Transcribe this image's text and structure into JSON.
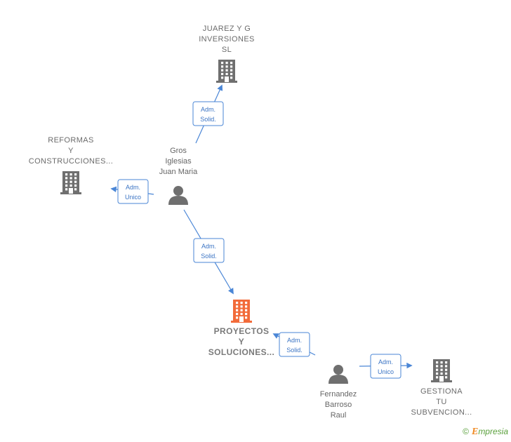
{
  "nodes": {
    "juarez": {
      "label": [
        "JUAREZ Y G",
        "INVERSIONES",
        "SL"
      ],
      "type": "company"
    },
    "reformas": {
      "label": [
        "REFORMAS",
        "Y",
        "CONSTRUCCIONES..."
      ],
      "type": "company"
    },
    "gros": {
      "label": [
        "Gros",
        "Iglesias",
        "Juan Maria"
      ],
      "type": "person"
    },
    "proyectos": {
      "label": [
        "PROYECTOS",
        "Y",
        "SOLUCIONES..."
      ],
      "type": "company-focus"
    },
    "fernandez": {
      "label": [
        "Fernandez",
        "Barroso",
        "Raul"
      ],
      "type": "person"
    },
    "gestiona": {
      "label": [
        "GESTIONA",
        "TU",
        "SUBVENCION..."
      ],
      "type": "company"
    }
  },
  "edges": [
    {
      "from": "gros",
      "to": "juarez",
      "badge": [
        "Adm.",
        "Solid."
      ]
    },
    {
      "from": "gros",
      "to": "reformas",
      "badge": [
        "Adm.",
        "Unico"
      ]
    },
    {
      "from": "gros",
      "to": "proyectos",
      "badge": [
        "Adm.",
        "Solid."
      ]
    },
    {
      "from": "fernandez",
      "to": "proyectos",
      "badge": [
        "Adm.",
        "Solid."
      ]
    },
    {
      "from": "fernandez",
      "to": "gestiona",
      "badge": [
        "Adm.",
        "Unico"
      ]
    }
  ],
  "colors": {
    "edge": "#4a86d6",
    "company_icon": "#6f6f6f",
    "focus_icon": "#f26b3a",
    "person_icon": "#6f6f6f"
  },
  "icons": {
    "company": "building-icon",
    "person": "person-icon"
  },
  "footer": {
    "copyright": "©",
    "brand_first": "E",
    "brand_rest": "mpresia"
  }
}
